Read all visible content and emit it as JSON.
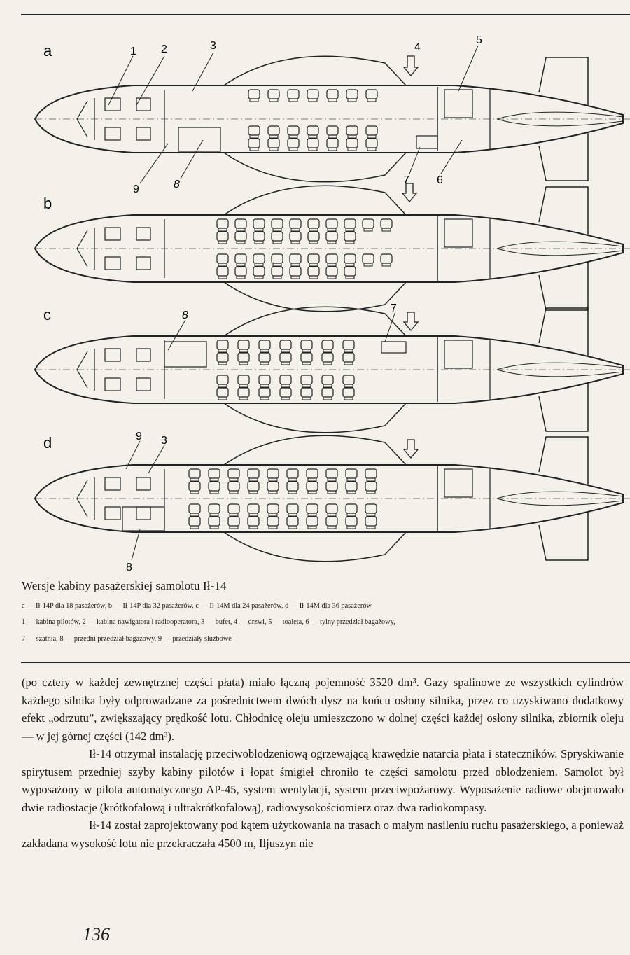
{
  "figure": {
    "variants": [
      {
        "letter": "a",
        "callouts": [
          "1",
          "2",
          "3",
          "4",
          "5",
          "9",
          "8",
          "7",
          "6"
        ]
      },
      {
        "letter": "b",
        "callouts": []
      },
      {
        "letter": "c",
        "callouts": [
          "8",
          "7"
        ]
      },
      {
        "letter": "d",
        "callouts": [
          "9",
          "3",
          "8"
        ]
      }
    ],
    "caption": "Wersje kabiny pasażerskiej samolotu Ił-14",
    "legend_lines": [
      "a — Ił-14P dla 18 pasażerów, b — Ił-14P dla 32 pasażerów, c — Ił-14M dla 24 pasażerów, d — Ił-14M dla 36 pasażerów",
      "1 — kabina pilotów, 2 — kabina nawigatora i radiooperatora, 3 — bufet, 4 — drzwi, 5 — toaleta, 6 — tylny przedział bagażowy,",
      "7 — szatnia, 8 — przedni przedział bagażowy, 9 — przedziały służbowe"
    ]
  },
  "body": {
    "paragraphs": [
      "(po cztery w każdej zewnętrznej części płata) miało łączną pojemność 3520 dm³. Gazy spalinowe ze wszystkich cylindrów każdego silnika były odprowadzane za pośrednictwem dwóch dysz na końcu osłony silnika, przez co uzyskiwano dodatkowy efekt „odrzutu”, zwiększający prędkość lotu. Chłodnicę oleju umieszczono w dolnej części każdej osłony silnika, zbiornik oleju — w jej górnej części (142 dm³).",
      "Ił-14 otrzymał instalację przeciwoblodzeniową ogrzewającą krawędzie natarcia płata i stateczników. Spryskiwanie spirytusem przedniej szyby kabiny pilotów i łopat śmigieł chroniło te części samolotu przed oblodzeniem. Samolot był wyposażony w pilota automatycznego AP-45, system wentylacji, system przeciwpożarowy. Wyposażenie radiowe obejmowało dwie radiostacje (krótkofalową i ultrakrótkofalową), radiowysokościomierz oraz dwa radiokompasy.",
      "Ił-14 został zaprojektowany pod kątem użytkowania na trasach o małym nasileniu ruchu pasażerskiego, a ponieważ zakładana wysokość lotu nie przekraczała 4500 m, Iljuszyn nie"
    ]
  },
  "page_number": "136"
}
